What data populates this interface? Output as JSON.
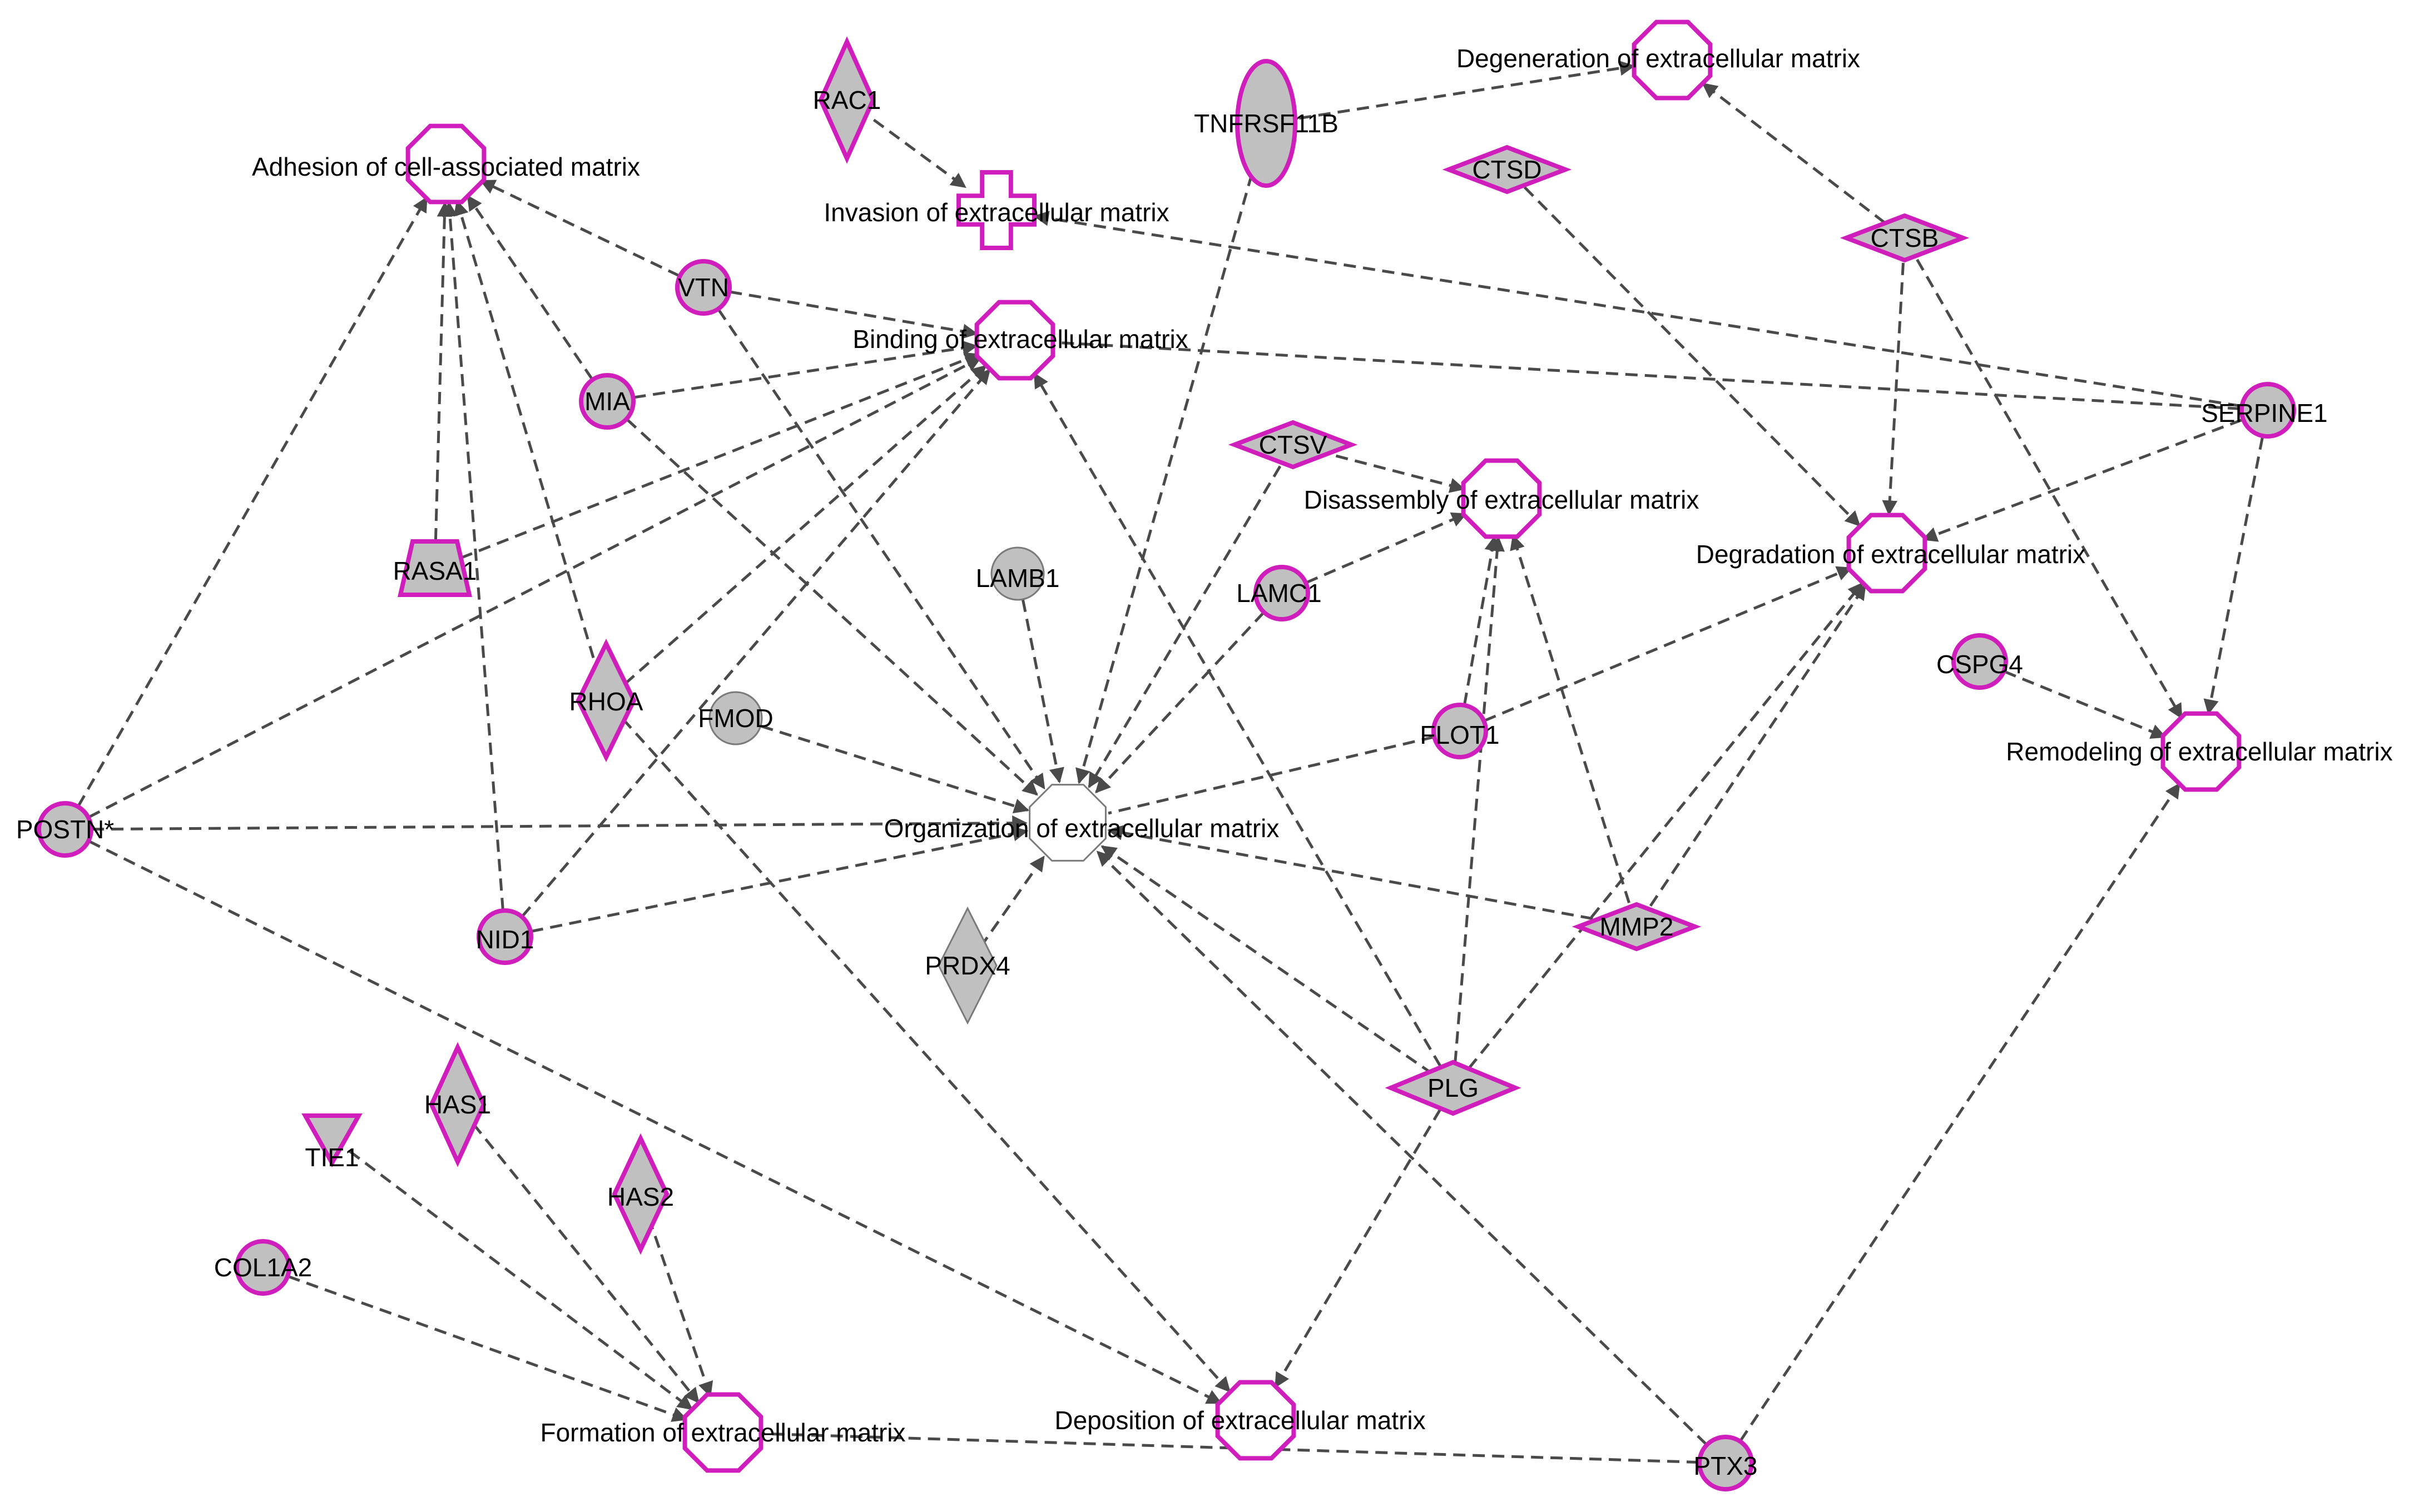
{
  "diagram": {
    "colors": {
      "outline": "#d01ebd",
      "node_fill": "#c0c0c0",
      "function_fill": "#ffffff",
      "edge": "#4a4a4a",
      "plain_outline": "#7a7a7a"
    },
    "nodes": [
      {
        "id": "adhesion",
        "label": "Adhesion of cell-associated matrix",
        "shape": "octagon",
        "outlined": true,
        "filled": false,
        "icon": "octagon-icon"
      },
      {
        "id": "degeneration",
        "label": "Degeneration of extracellular matrix",
        "shape": "octagon",
        "outlined": true,
        "filled": false,
        "icon": "octagon-icon"
      },
      {
        "id": "invasion",
        "label": "Invasion of extracellular matrix",
        "shape": "cross",
        "outlined": true,
        "filled": false,
        "icon": "cross-icon"
      },
      {
        "id": "binding",
        "label": "Binding of extracellular matrix",
        "shape": "octagon",
        "outlined": true,
        "filled": false,
        "icon": "octagon-icon"
      },
      {
        "id": "disassembly",
        "label": "Disassembly of extracellular matrix",
        "shape": "octagon",
        "outlined": true,
        "filled": false,
        "icon": "octagon-icon"
      },
      {
        "id": "degradation",
        "label": "Degradation of extracellular matrix",
        "shape": "octagon",
        "outlined": true,
        "filled": false,
        "icon": "octagon-icon"
      },
      {
        "id": "remodeling",
        "label": "Remodeling of extracellular matrix",
        "shape": "octagon",
        "outlined": true,
        "filled": false,
        "icon": "octagon-icon"
      },
      {
        "id": "organization",
        "label": "Organization of extracellular matrix",
        "shape": "octagon",
        "outlined": false,
        "filled": false,
        "icon": "octagon-icon"
      },
      {
        "id": "formation",
        "label": "Formation of extracellular matrix",
        "shape": "octagon",
        "outlined": true,
        "filled": false,
        "icon": "octagon-icon"
      },
      {
        "id": "deposition",
        "label": "Deposition of extracellular matrix",
        "shape": "octagon",
        "outlined": true,
        "filled": false,
        "icon": "octagon-icon"
      },
      {
        "id": "rac1",
        "label": "RAC1",
        "shape": "diamond-tall",
        "outlined": true,
        "filled": true,
        "icon": "diamond-icon"
      },
      {
        "id": "tnfrsf11b",
        "label": "TNFRSF11B",
        "shape": "ellipse",
        "outlined": true,
        "filled": true,
        "icon": "ellipse-icon"
      },
      {
        "id": "ctsd",
        "label": "CTSD",
        "shape": "diamond-wide",
        "outlined": true,
        "filled": true,
        "icon": "diamond-icon"
      },
      {
        "id": "ctsb",
        "label": "CTSB",
        "shape": "diamond-wide",
        "outlined": true,
        "filled": true,
        "icon": "diamond-icon"
      },
      {
        "id": "vtn",
        "label": "VTN",
        "shape": "circle",
        "outlined": true,
        "filled": true,
        "icon": "circle-icon"
      },
      {
        "id": "mia",
        "label": "MIA",
        "shape": "circle",
        "outlined": true,
        "filled": true,
        "icon": "circle-icon"
      },
      {
        "id": "ctsv",
        "label": "CTSV",
        "shape": "diamond-wide",
        "outlined": true,
        "filled": true,
        "icon": "diamond-icon"
      },
      {
        "id": "serpine1",
        "label": "SERPINE1",
        "shape": "circle",
        "outlined": true,
        "filled": true,
        "icon": "circle-icon"
      },
      {
        "id": "rasa1",
        "label": "RASA1",
        "shape": "trapezoid",
        "outlined": true,
        "filled": true,
        "icon": "trapezoid-icon"
      },
      {
        "id": "lamb1",
        "label": "LAMB1",
        "shape": "circle",
        "outlined": false,
        "filled": true,
        "icon": "circle-icon"
      },
      {
        "id": "lamc1",
        "label": "LAMC1",
        "shape": "circle",
        "outlined": true,
        "filled": true,
        "icon": "circle-icon"
      },
      {
        "id": "rhoa",
        "label": "RHOA",
        "shape": "diamond-tall",
        "outlined": true,
        "filled": true,
        "icon": "diamond-icon"
      },
      {
        "id": "fmod",
        "label": "FMOD",
        "shape": "circle",
        "outlined": false,
        "filled": true,
        "icon": "circle-icon"
      },
      {
        "id": "flot1",
        "label": "FLOT1",
        "shape": "circle",
        "outlined": true,
        "filled": true,
        "icon": "circle-icon"
      },
      {
        "id": "cspg4",
        "label": "CSPG4",
        "shape": "circle",
        "outlined": true,
        "filled": true,
        "icon": "circle-icon"
      },
      {
        "id": "postn",
        "label": "POSTN*",
        "shape": "circle",
        "outlined": true,
        "filled": true,
        "icon": "circle-icon"
      },
      {
        "id": "nid1",
        "label": "NID1",
        "shape": "circle",
        "outlined": true,
        "filled": true,
        "icon": "circle-icon"
      },
      {
        "id": "mmp2",
        "label": "MMP2",
        "shape": "diamond-wide",
        "outlined": true,
        "filled": true,
        "icon": "diamond-icon"
      },
      {
        "id": "prdx4",
        "label": "PRDX4",
        "shape": "diamond-tall",
        "outlined": false,
        "filled": true,
        "icon": "diamond-icon"
      },
      {
        "id": "plg",
        "label": "PLG",
        "shape": "diamond-wide",
        "outlined": true,
        "filled": true,
        "icon": "diamond-icon"
      },
      {
        "id": "has1",
        "label": "HAS1",
        "shape": "diamond-tall",
        "outlined": true,
        "filled": true,
        "icon": "diamond-icon"
      },
      {
        "id": "tie1",
        "label": "TIE1",
        "shape": "triangle-down",
        "outlined": true,
        "filled": true,
        "icon": "triangle-icon"
      },
      {
        "id": "has2",
        "label": "HAS2",
        "shape": "diamond-tall",
        "outlined": true,
        "filled": true,
        "icon": "diamond-icon"
      },
      {
        "id": "col1a2",
        "label": "COL1A2",
        "shape": "circle",
        "outlined": true,
        "filled": true,
        "icon": "circle-icon"
      },
      {
        "id": "ptx3",
        "label": "PTX3",
        "shape": "circle",
        "outlined": true,
        "filled": true,
        "icon": "circle-icon"
      }
    ],
    "edges": [
      {
        "from": "rac1",
        "to": "invasion",
        "arrow": true
      },
      {
        "from": "tnfrsf11b",
        "to": "degeneration",
        "arrow": true
      },
      {
        "from": "tnfrsf11b",
        "to": "organization",
        "arrow": true
      },
      {
        "from": "ctsb",
        "to": "degeneration",
        "arrow": true
      },
      {
        "from": "ctsb",
        "to": "degradation",
        "arrow": true
      },
      {
        "from": "ctsb",
        "to": "remodeling",
        "arrow": true
      },
      {
        "from": "ctsd",
        "to": "degradation",
        "arrow": true
      },
      {
        "from": "serpine1",
        "to": "invasion",
        "arrow": true
      },
      {
        "from": "serpine1",
        "to": "binding",
        "arrow": false
      },
      {
        "from": "serpine1",
        "to": "degradation",
        "arrow": true
      },
      {
        "from": "serpine1",
        "to": "remodeling",
        "arrow": true
      },
      {
        "from": "vtn",
        "to": "adhesion",
        "arrow": true
      },
      {
        "from": "vtn",
        "to": "binding",
        "arrow": true
      },
      {
        "from": "vtn",
        "to": "organization",
        "arrow": true
      },
      {
        "from": "mia",
        "to": "adhesion",
        "arrow": true
      },
      {
        "from": "mia",
        "to": "binding",
        "arrow": true
      },
      {
        "from": "mia",
        "to": "organization",
        "arrow": true
      },
      {
        "from": "rasa1",
        "to": "adhesion",
        "arrow": true
      },
      {
        "from": "rasa1",
        "to": "binding",
        "arrow": true
      },
      {
        "from": "rhoa",
        "to": "adhesion",
        "arrow": true
      },
      {
        "from": "rhoa",
        "to": "binding",
        "arrow": true
      },
      {
        "from": "rhoa",
        "to": "deposition",
        "arrow": true
      },
      {
        "from": "nid1",
        "to": "adhesion",
        "arrow": true
      },
      {
        "from": "nid1",
        "to": "binding",
        "arrow": true
      },
      {
        "from": "nid1",
        "to": "organization",
        "arrow": true
      },
      {
        "from": "postn",
        "to": "adhesion",
        "arrow": true
      },
      {
        "from": "postn",
        "to": "binding",
        "arrow": true
      },
      {
        "from": "postn",
        "to": "organization",
        "arrow": true
      },
      {
        "from": "postn",
        "to": "deposition",
        "arrow": true
      },
      {
        "from": "ctsv",
        "to": "disassembly",
        "arrow": true
      },
      {
        "from": "ctsv",
        "to": "organization",
        "arrow": true
      },
      {
        "from": "lamb1",
        "to": "organization",
        "arrow": true
      },
      {
        "from": "lamc1",
        "to": "disassembly",
        "arrow": true
      },
      {
        "from": "lamc1",
        "to": "organization",
        "arrow": true
      },
      {
        "from": "fmod",
        "to": "organization",
        "arrow": true
      },
      {
        "from": "flot1",
        "to": "organization",
        "arrow": false
      },
      {
        "from": "flot1",
        "to": "degradation",
        "arrow": true
      },
      {
        "from": "flot1",
        "to": "disassembly",
        "arrow": true
      },
      {
        "from": "mmp2",
        "to": "disassembly",
        "arrow": true
      },
      {
        "from": "mmp2",
        "to": "degradation",
        "arrow": true
      },
      {
        "from": "mmp2",
        "to": "organization",
        "arrow": true
      },
      {
        "from": "plg",
        "to": "binding",
        "arrow": true
      },
      {
        "from": "plg",
        "to": "disassembly",
        "arrow": true
      },
      {
        "from": "plg",
        "to": "degradation",
        "arrow": true
      },
      {
        "from": "plg",
        "to": "organization",
        "arrow": true
      },
      {
        "from": "plg",
        "to": "deposition",
        "arrow": true
      },
      {
        "from": "prdx4",
        "to": "organization",
        "arrow": true
      },
      {
        "from": "cspg4",
        "to": "remodeling",
        "arrow": true
      },
      {
        "from": "has1",
        "to": "formation",
        "arrow": true
      },
      {
        "from": "has2",
        "to": "formation",
        "arrow": true
      },
      {
        "from": "tie1",
        "to": "formation",
        "arrow": true
      },
      {
        "from": "col1a2",
        "to": "formation",
        "arrow": true
      },
      {
        "from": "ptx3",
        "to": "formation",
        "arrow": false
      },
      {
        "from": "ptx3",
        "to": "remodeling",
        "arrow": true
      },
      {
        "from": "ptx3",
        "to": "organization",
        "arrow": true
      }
    ]
  }
}
